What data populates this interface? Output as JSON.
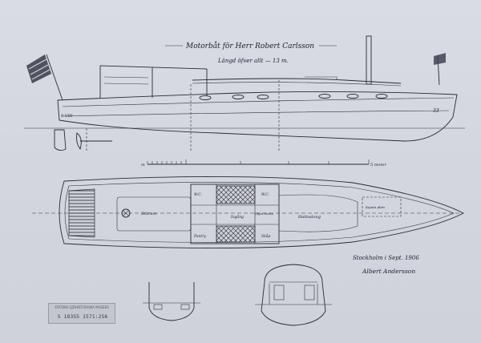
{
  "drawing": {
    "title": "Motorbåt för Herr Robert Carlsson",
    "subtitle": "Längd öfver allt — 13 m.",
    "hull_mark": "8 VIII",
    "stern_mark": "33",
    "scale_left": "m",
    "scale_right": "5 meter",
    "deck_labels": {
      "aft_space": "Sittrum",
      "wc_left": "W.C.",
      "wc_right": "W.C.",
      "entry": "Ingång",
      "hatch": "Skjut-lucka",
      "pantry": "Pantry",
      "stove": "Skåp",
      "salon": "Hattsalong",
      "fore": "Kajuta platz"
    },
    "signature_place_date": "Stockholm i Sept. 1906",
    "signature_name": "Albert Andersson"
  },
  "stamp": {
    "label": "STATENS SJÖHISTORISKA MUSEER",
    "number": "S 18355 1571:256"
  }
}
